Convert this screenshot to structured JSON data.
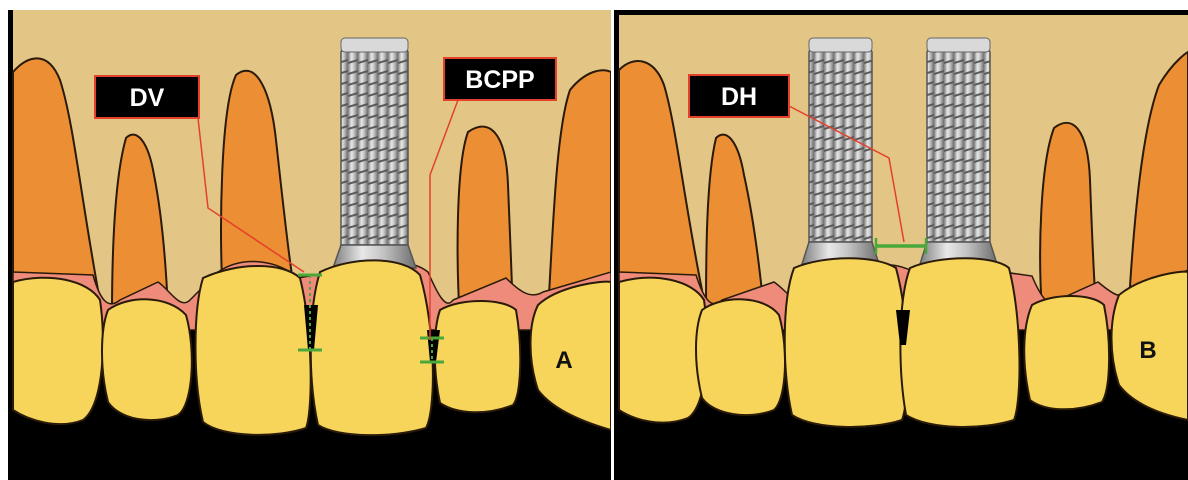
{
  "figure": {
    "panel_a": {
      "letter": "A",
      "labels": {
        "dv": "DV",
        "bcpp": "BCPP"
      }
    },
    "panel_b": {
      "letter": "B",
      "labels": {
        "dh": "DH"
      }
    }
  },
  "colors": {
    "bone": "#e3c586",
    "root": "#ec8e33",
    "gingiva": "#ee8b7b",
    "crown": "#f6d55a",
    "background": "#000000",
    "implant": "#b4b4b4",
    "measure_line": "#4aa83a",
    "leader_line": "#e4412c",
    "label_box": "#000000",
    "label_border": "#e4412c"
  }
}
